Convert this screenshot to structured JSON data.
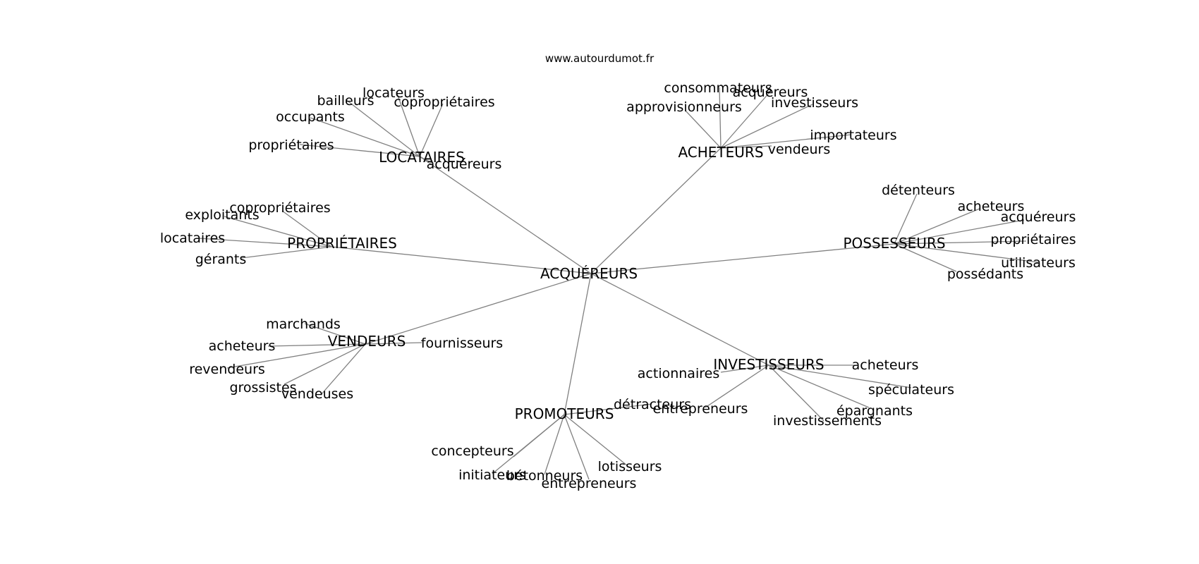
{
  "source": "www.autourdumot.fr",
  "center": "ACQUÉREURS",
  "clusters": [
    {
      "label": "LOCATAIRES",
      "words": [
        "propriétaires",
        "occupants",
        "bailleurs",
        "locateurs",
        "copropriétaires",
        "acquéreurs"
      ]
    },
    {
      "label": "ACHETEURS",
      "words": [
        "approvisionneurs",
        "consommateurs",
        "acquéreurs",
        "investisseurs",
        "importateurs",
        "vendeurs"
      ]
    },
    {
      "label": "PROPRIÉTAIRES",
      "words": [
        "exploitants",
        "copropriétaires",
        "locataires",
        "gérants"
      ]
    },
    {
      "label": "POSSESSEURS",
      "words": [
        "détenteurs",
        "acheteurs",
        "acquéreurs",
        "propriétaires",
        "utilisateurs",
        "possédants"
      ]
    },
    {
      "label": "VENDEURS",
      "words": [
        "marchands",
        "acheteurs",
        "revendeurs",
        "grossistes",
        "vendeuses",
        "fournisseurs"
      ]
    },
    {
      "label": "INVESTISSEURS",
      "words": [
        "actionnaires",
        "acheteurs",
        "spéculateurs",
        "épargnants",
        "investissements",
        "entrepreneurs"
      ]
    },
    {
      "label": "PROMOTEURS",
      "words": [
        "détracteurs",
        "concepteurs",
        "initiateurs",
        "bétonneurs",
        "entrepreneurs",
        "lotisseurs"
      ]
    }
  ]
}
